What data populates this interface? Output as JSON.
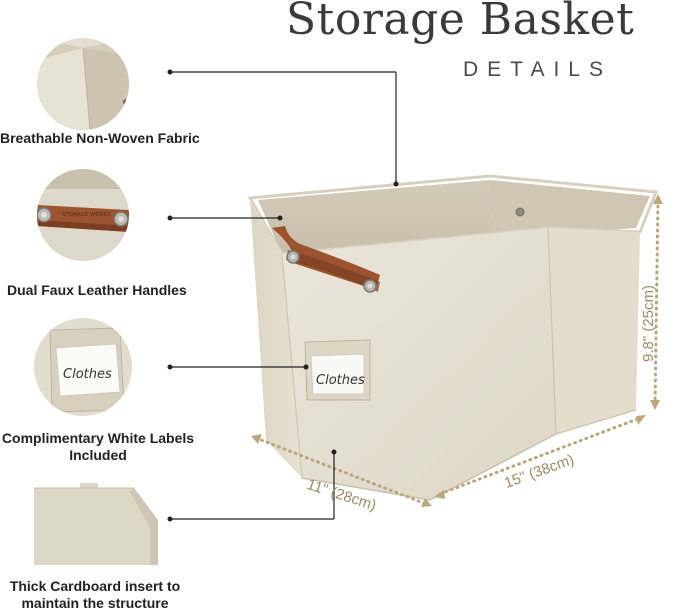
{
  "header": {
    "title": "Storage Basket",
    "subtitle": "DETAILS"
  },
  "features": [
    {
      "label": "Breathable Non-Woven Fabric",
      "icon": "fabric-corner-icon"
    },
    {
      "label": "Dual Faux Leather Handles",
      "icon": "leather-handle-icon"
    },
    {
      "label_line1": "Complimentary White Labels",
      "label_line2": "Included",
      "icon": "label-pocket-icon"
    },
    {
      "label_line1": "Thick Cardboard insert to",
      "label_line2": "maintain the structure",
      "icon": "cardboard-insert-icon"
    }
  ],
  "product": {
    "label_text": "Clothes",
    "detail_label_text": "Clothes",
    "handle_stamp": "STORAGE WORKS"
  },
  "dimensions": {
    "depth": "11\" (28cm)",
    "width": "15\" (38cm)",
    "height": "9.8\" (25cm)"
  },
  "colors": {
    "fabric": "#e6e0d2",
    "fabric_shadow": "#d2cab8",
    "leather": "#9b5330",
    "dimension_line": "#bba77f",
    "callout_line": "#222222"
  }
}
